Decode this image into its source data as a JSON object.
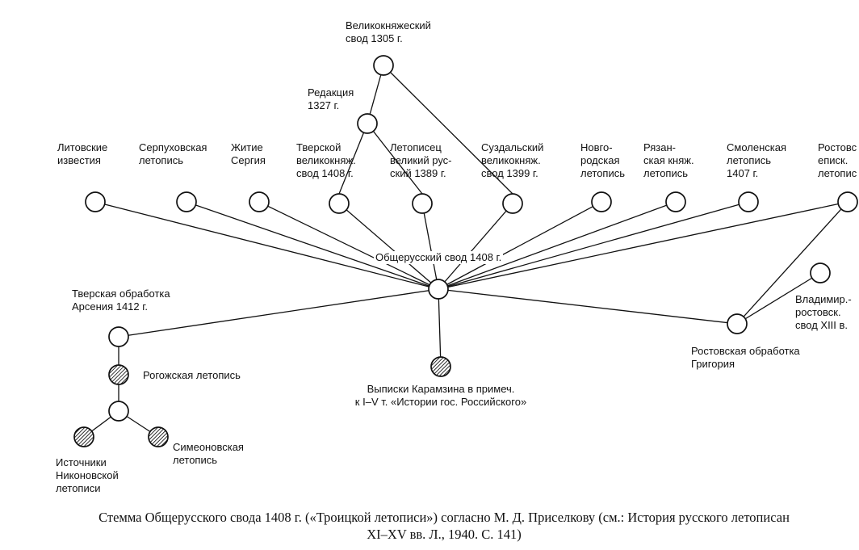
{
  "colors": {
    "ink": "#111111",
    "paper": "#ffffff"
  },
  "nodes": {
    "velikoknyazheskiy": {
      "label": "Великокняжеский\nсвод 1305 г."
    },
    "redaktsiya": {
      "label": "Редакция\n1327 г."
    },
    "litovskie": {
      "label": "Литовские\nизвестия"
    },
    "serpukhovskaya": {
      "label": "Серпуховская\nлетопись"
    },
    "zhitie": {
      "label": "Житие\nСергия"
    },
    "tverskoy": {
      "label": "Тверской\nвеликокняж.\nсвод 1408 г."
    },
    "letopisets": {
      "label": "Летописец\nвеликий рус-\nский 1389 г."
    },
    "suzdalskiy": {
      "label": "Суздальский\nвеликокняж.\nсвод 1399 г."
    },
    "novgorodskaya": {
      "label": "Новго-\nродская\nлетопись"
    },
    "ryazanskaya": {
      "label": "Рязан-\nская княж.\nлетопись"
    },
    "smolenskaya": {
      "label": "Смоленская\nлетопись\n1407 г."
    },
    "rostovskaya_episk": {
      "label": "Ростовс\nеписк.\nлетопис"
    },
    "obshcherusskiy": {
      "label": "Общерусский свод 1408 г."
    },
    "tverskaya_obrabotka": {
      "label": "Тверская обработка\nАрсения 1412 г."
    },
    "rogozhskaya": {
      "label": "Рогожская летопись"
    },
    "istochniki": {
      "label": "Источники\nНиконовской\nлетописи"
    },
    "simeonovskaya": {
      "label": "Симеоновская\nлетопись"
    },
    "vypiski": {
      "label": "Выписки Карамзина в примеч.\nк I–V т. «Истории гос. Российского»"
    },
    "rostovskaya_obrabotka": {
      "label": "Ростовская обработка\nГригория"
    },
    "vladimir_rostovsk": {
      "label": "Владимир.-\nростовск.\nсвод XIII в."
    }
  },
  "caption": {
    "line1": "Стемма Общерусского свода 1408 г. («Троицкой летописи») согласно М. Д. Приселкову (см.: История русского летописан",
    "line2": "XI–XV вв. Л., 1940. С. 141)"
  }
}
